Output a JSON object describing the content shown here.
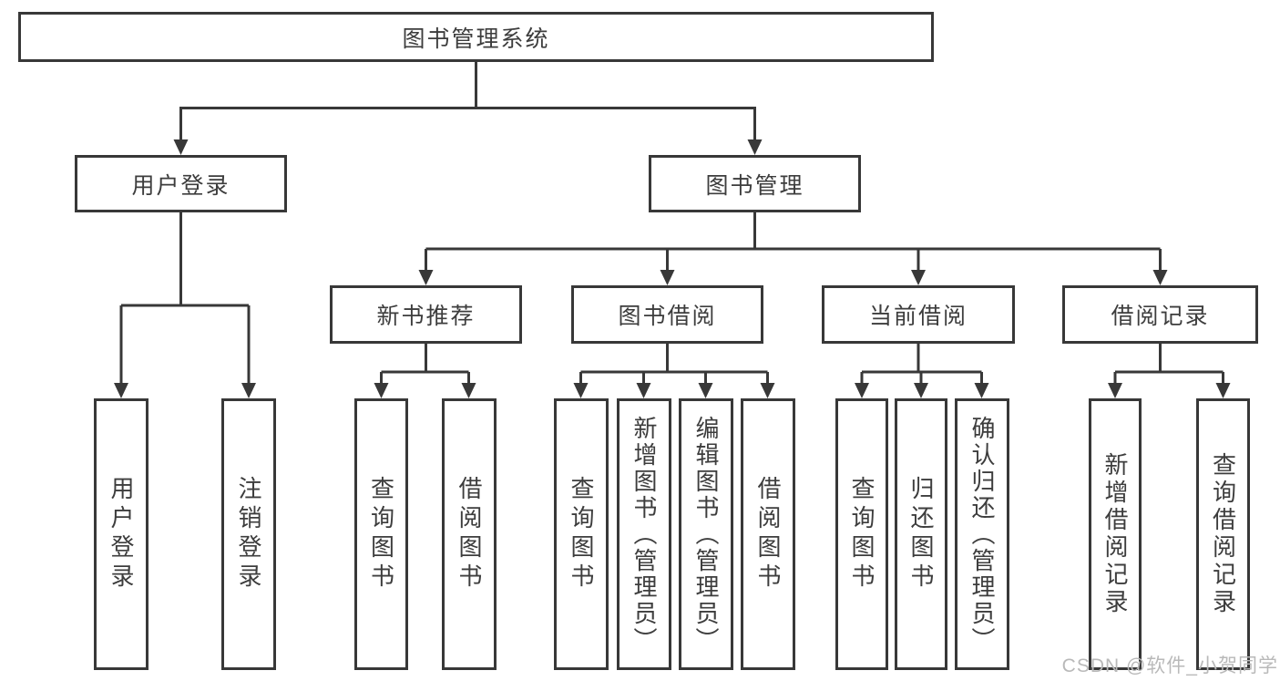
{
  "diagram": {
    "title": "图书管理系统",
    "nodes": {
      "user_login": "用户登录",
      "book_mgmt": "图书管理",
      "new_books": "新书推荐",
      "book_borrow": "图书借阅",
      "current_borrow": "当前借阅",
      "borrow_records": "借阅记录"
    },
    "leaves": {
      "login": "用户登录",
      "logout": "注销登录",
      "nb_query": "查询图书",
      "nb_borrow": "借阅图书",
      "bb_query": "查询图书",
      "bb_add": "新增图书（管理员）",
      "bb_edit": "编辑图书（管理员）",
      "bb_borrow": "借阅图书",
      "cb_query": "查询图书",
      "cb_return": "归还图书",
      "cb_confirm": "确认归还（管理员）",
      "br_add": "新增借阅记录",
      "br_query": "查询借阅记录"
    },
    "watermark": "CSDN @软件_小贺同学",
    "colors": {
      "line": "#383838",
      "text": "#3d3d3d",
      "watermark": "#b9b9b9",
      "background": "#ffffff"
    }
  }
}
